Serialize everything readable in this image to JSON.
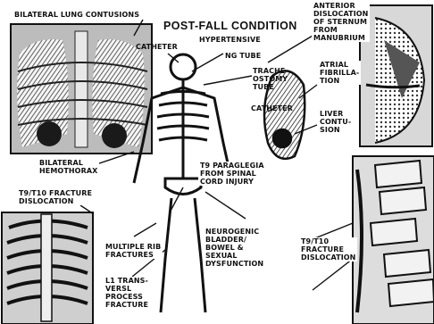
{
  "title": "POST-FALL CONDITION",
  "labels": {
    "bilateral_lung": "BILATERAL LUNG CONTUSIONS",
    "hypertensive": "HYPERTENSIVE",
    "catheter_top": "CATHETER",
    "ng_tube": "NG TUBE",
    "tracheostomy": "TRACHE-\nOSTOMY\nTUBE",
    "catheter_mid": "CATHETER",
    "anterior_dislocation": "ANTERIOR\nDISLOCATION\nOF STERNUM\nFROM\nMANUBRIUM",
    "atrial_fib": "ATRIAL\nFIBRILLA-\nTION",
    "liver_contusion": "LIVER\nCONTU-\nSION",
    "bilateral_hemothorax": "BILATERAL\nHEMOTHORAX",
    "t9_t10_top": "T9/T10 FRACTURE\nDISLOCATION",
    "t9_paraplegia": "T9 PARAGLEGIA\nFROM SPINAL\nCORD INJURY",
    "multiple_rib": "MULTIPLE RIB\nFRACTURES",
    "l1_transverse": "L1 TRANS-\nVERSL\nPROCESS\nFRACTURE",
    "neurogenic": "NEUROGENIC\nBLADDER/\nBOWEL &\nSEXUAL\nDYSFUNCTION",
    "t9_t10_bottom": "T9/T10\nFRACTURE\nDISLOCATION"
  },
  "colors": {
    "ink": "#111111",
    "paper": "#ffffff",
    "tone": "#8a8a8a"
  }
}
